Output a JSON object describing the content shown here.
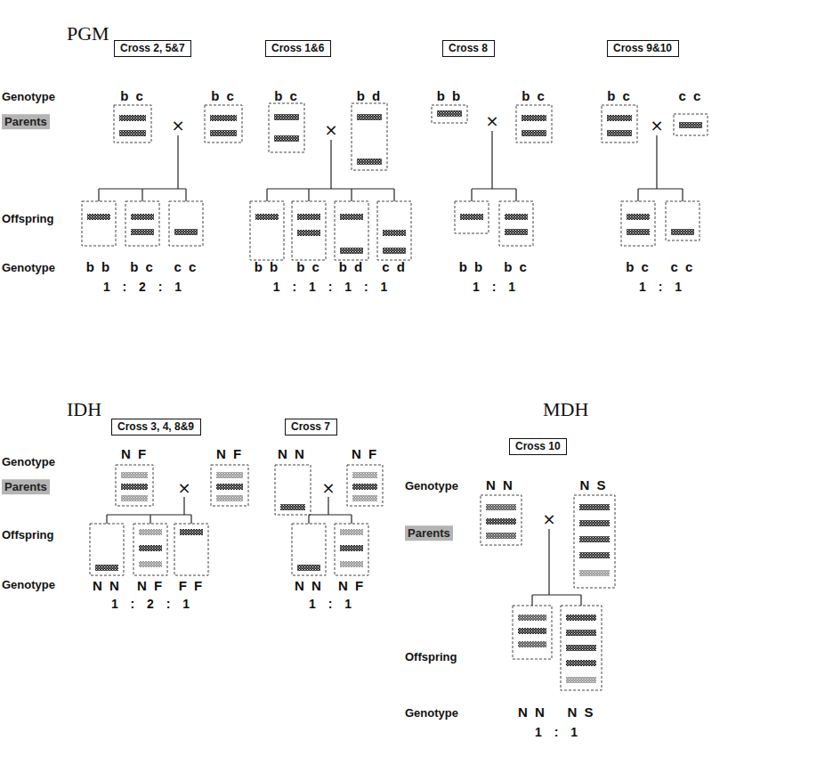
{
  "diagram": {
    "nodes": [
      {
        "text": [
          "Cross 2, 5&7"
        ]
      },
      {
        "text": [
          "Cross 1&6"
        ]
      },
      {
        "text": [
          "Cross 8"
        ]
      },
      {
        "text": [
          "Cross 9&10"
        ]
      },
      {
        "text": [
          "Cross 3, 4, 8&9"
        ]
      },
      {
        "text": [
          "Cross 7"
        ]
      },
      {
        "text": [
          "Cross 10"
        ]
      }
    ],
    "labels": [
      "PGM",
      "Genotype",
      "Parents",
      "Offspring",
      "Genotype",
      "b c",
      "×",
      "b c",
      "b b",
      "b c",
      "c c",
      "1 : 2 : 1",
      "b c",
      "×",
      "b d",
      "b b",
      "b c",
      "b d",
      "c d",
      "1 : 1 : 1 : 1",
      "b b",
      "×",
      "b c",
      "b b",
      "b c",
      "1 : 1",
      "b c",
      "×",
      "c c",
      "b c",
      "c c",
      "1 : 1",
      "IDH",
      "Genotype",
      "Parents",
      "Offspring",
      "Genotype",
      "N F",
      "×",
      "N F",
      "N N",
      "N F",
      "F F",
      "1 : 2 : 1",
      "N N",
      "×",
      "N F",
      "N N",
      "N F",
      "1 : 1",
      "MDH",
      "Genotype",
      "Parents",
      "Offspring",
      "Genotype",
      "N N",
      "×",
      "N S",
      "N N",
      "N S",
      "1 : 1"
    ]
  }
}
